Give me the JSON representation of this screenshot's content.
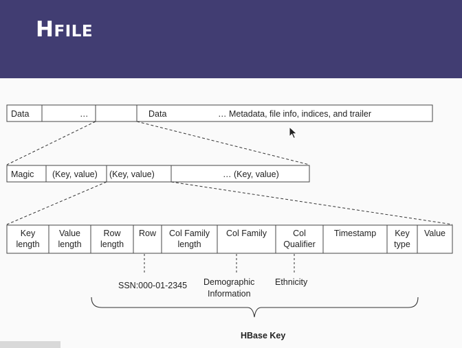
{
  "title_main": "H",
  "title_rest": "FILE",
  "colors": {
    "banner": "#413d72",
    "title_text": "#ffffff"
  },
  "row1": {
    "data_a": "Data",
    "ellipsis_a": "…",
    "block": "",
    "data_b": "Data",
    "rest": "…  Metadata, file info, indices, and trailer"
  },
  "row2": {
    "magic": "Magic",
    "kv1": "(Key, value)",
    "kv2": "(Key, value)",
    "rest": "… (Key, value)"
  },
  "row3": [
    {
      "l1": "Key",
      "l2": "length"
    },
    {
      "l1": "Value",
      "l2": "length"
    },
    {
      "l1": "Row",
      "l2": "length"
    },
    {
      "l1": "Row",
      "l2": ""
    },
    {
      "l1": "Col Family",
      "l2": "length"
    },
    {
      "l1": "Col Family",
      "l2": ""
    },
    {
      "l1": "Col",
      "l2": "Qualifier"
    },
    {
      "l1": "Timestamp",
      "l2": ""
    },
    {
      "l1": "Key",
      "l2": "type"
    },
    {
      "l1": "Value",
      "l2": ""
    }
  ],
  "examples": {
    "row": "SSN:000-01-2345",
    "colfamily_l1": "Demographic",
    "colfamily_l2": "Information",
    "qualifier": "Ethnicity"
  },
  "brace_label": "HBase Key"
}
